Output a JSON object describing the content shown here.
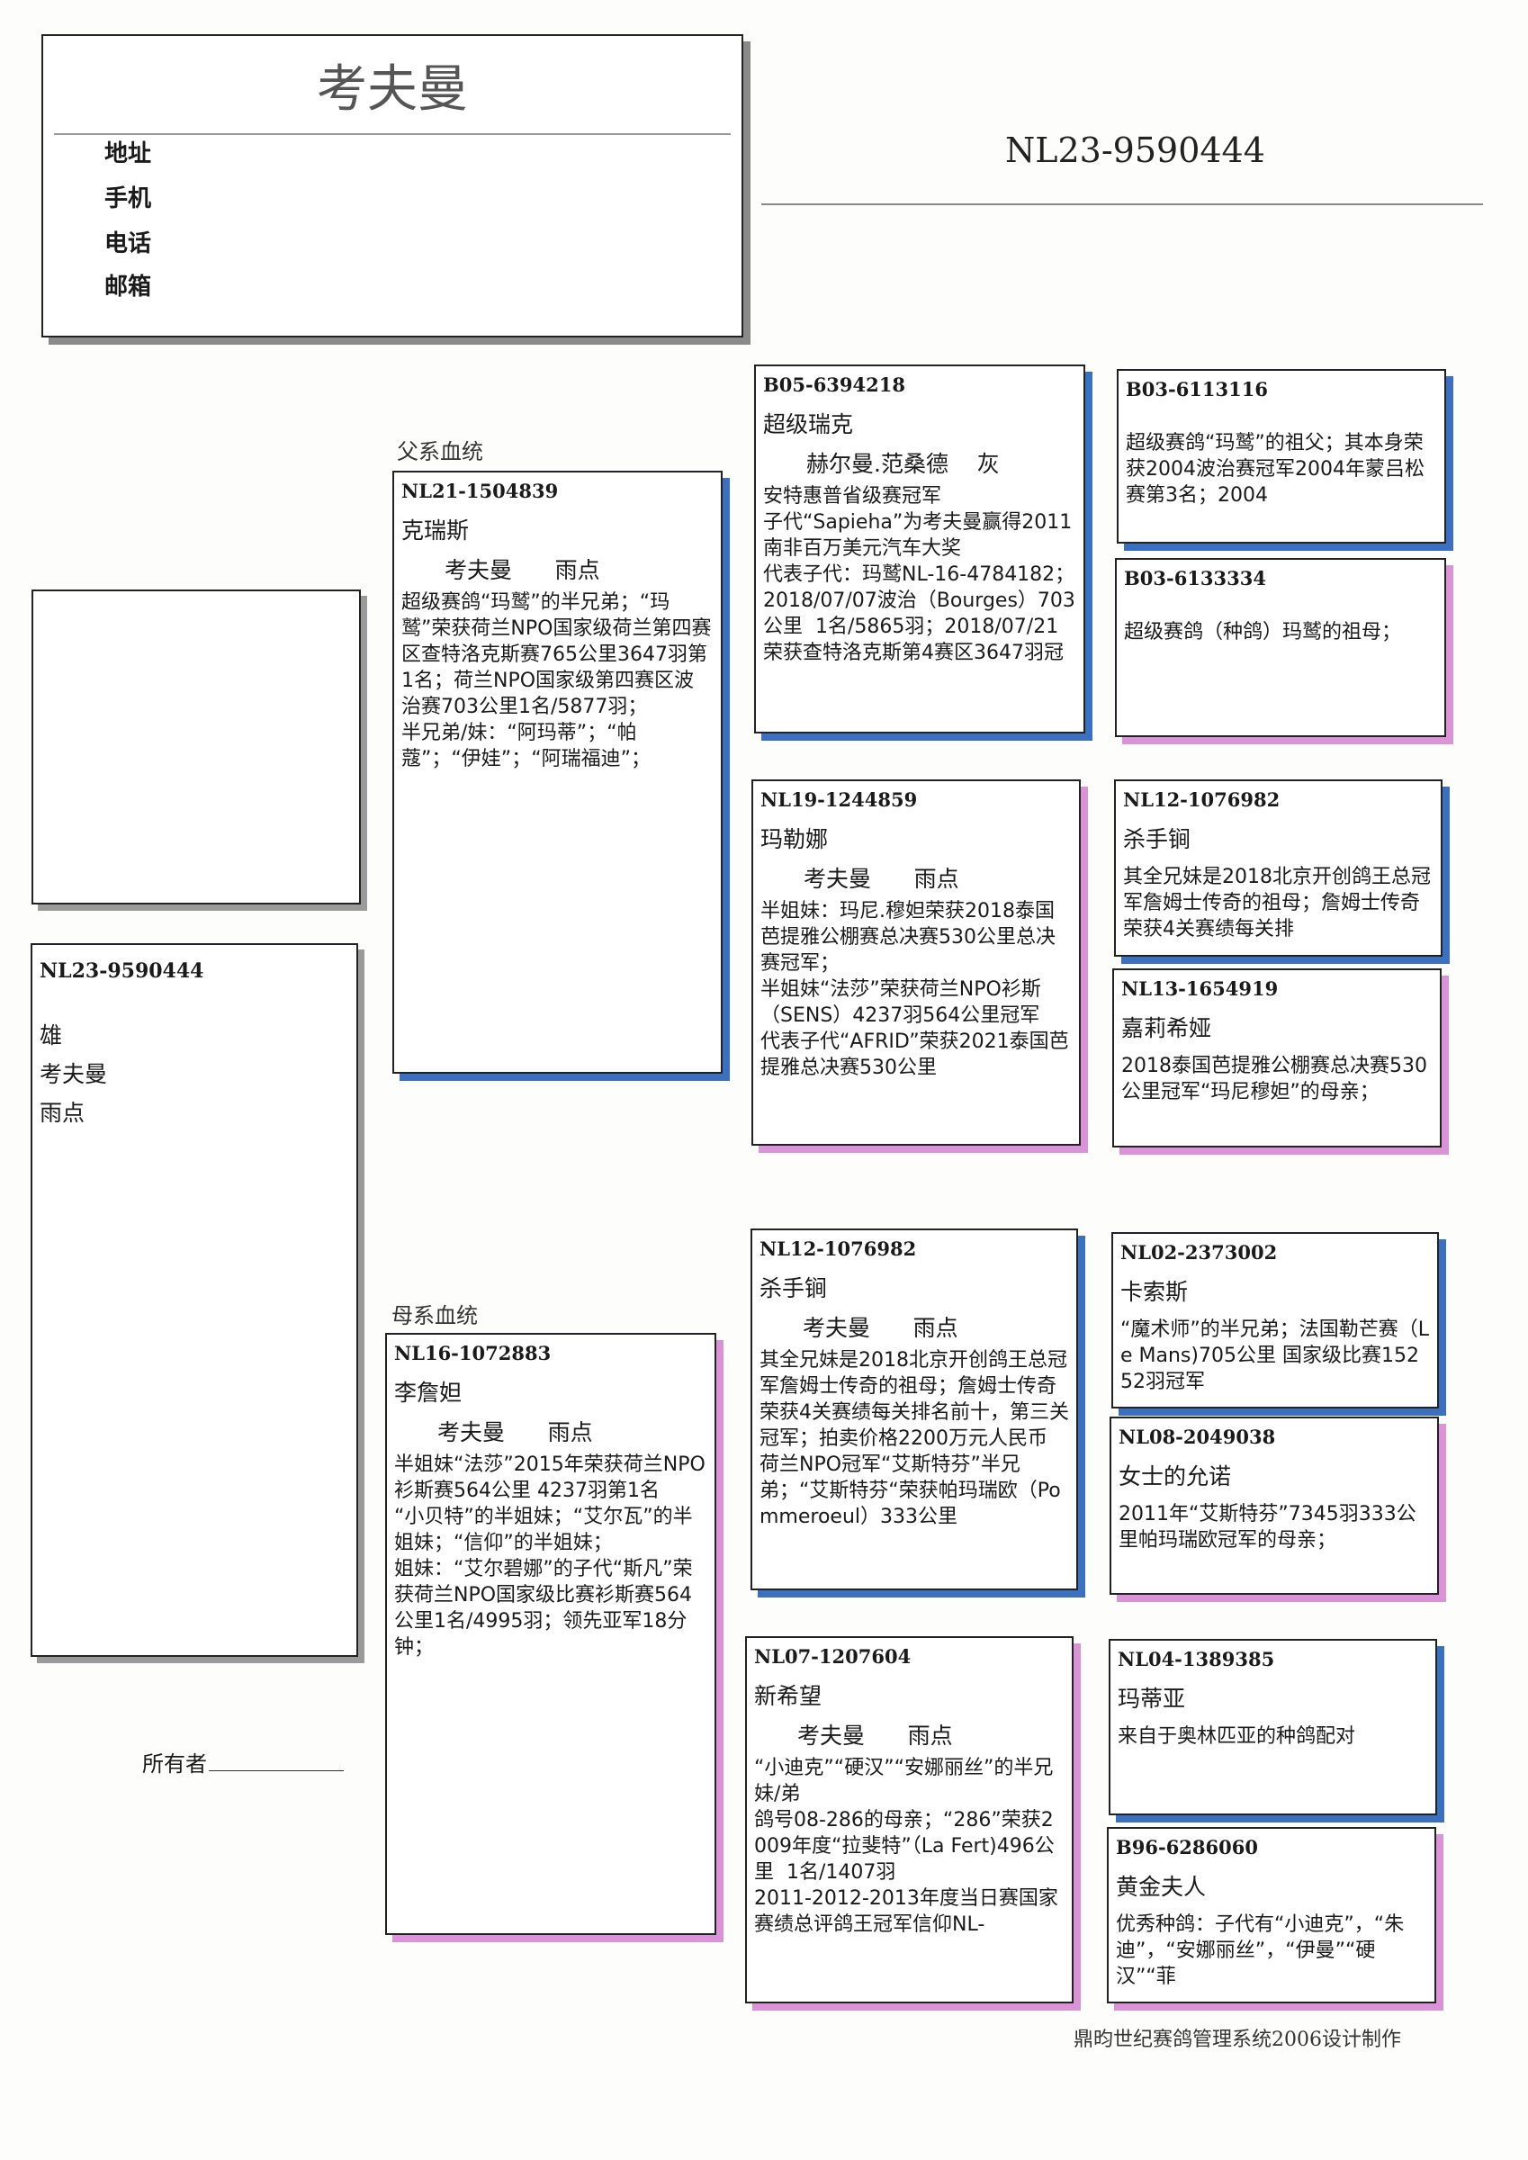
{
  "header": {
    "title": "考夫曼",
    "contact_labels": [
      "地址",
      "手机",
      "电话",
      "邮箱"
    ],
    "ring_number": "NL23-9590444"
  },
  "subject": {
    "ring": "NL23-9590444",
    "sex": "雄",
    "breeder": "考夫曼",
    "color": "雨点"
  },
  "owner_label": "所有者",
  "sections": {
    "sire": "父系血统",
    "dam": "母系血统"
  },
  "colors": {
    "male_shadow": "#3b6fbf",
    "female_shadow": "#d993d6"
  },
  "pedigree": {
    "sire": {
      "id": "NL21-1504839",
      "name": "克瑞斯",
      "breeder_color": "考夫曼      雨点",
      "sex": "male",
      "notes": "超级赛鸽“玛鹫”的半兄弟；“玛鹫”荣获荷兰NPO国家级荷兰第四赛区查特洛克斯赛765公里3647羽第1名；荷兰NPO国家级第四赛区波治赛703公里1名/5877羽；\n半兄弟/妹：“阿玛蒂”；“帕蔻”；“伊娃”；“阿瑞福迪”；"
    },
    "sire_sire": {
      "id": "B05-6394218",
      "name": "超级瑞克",
      "breeder_color": "赫尔曼.范桑德    灰",
      "sex": "male",
      "notes": "安特惠普省级赛冠军\n子代“Sapieha”为考夫曼赢得2011南非百万美元汽车大奖\n代表子代：玛鹫NL-16-4784182；2018/07/07波治（Bourges）703公里  1名/5865羽；2018/07/21荣获查特洛克斯第4赛区3647羽冠"
    },
    "sire_dam": {
      "id": "NL19-1244859",
      "name": "玛勒娜",
      "breeder_color": "考夫曼      雨点",
      "sex": "female",
      "notes": "半姐妹：玛尼.穆妲荣获2018泰国芭提雅公棚赛总决赛530公里总决赛冠军；\n半姐妹“法莎”荣获荷兰NPO衫斯（SENS）4237羽564公里冠军\n代表子代“AFRID”荣获2021泰国芭提雅总决赛530公里"
    },
    "sss": {
      "id": "B03-6113116",
      "sex": "male",
      "notes": "超级赛鸽“玛鹫”的祖父；其本身荣获2004波治赛冠军2004年蒙吕松赛第3名；2004"
    },
    "ssd": {
      "id": "B03-6133334",
      "sex": "female",
      "notes": "超级赛鸽（种鸽）玛鹫的祖母；"
    },
    "sds": {
      "id": "NL12-1076982",
      "name": "杀手锏",
      "sex": "male",
      "notes": "其全兄妹是2018北京开创鸽王总冠军詹姆士传奇的祖母；詹姆士传奇荣获4关赛绩每关排"
    },
    "sdd": {
      "id": "NL13-1654919",
      "name": "嘉莉希娅",
      "sex": "female",
      "notes": "2018泰国芭提雅公棚赛总决赛530公里冠军“玛尼穆妲”的母亲；"
    },
    "dam": {
      "id": "NL16-1072883",
      "name": "李詹妲",
      "breeder_color": "考夫曼      雨点",
      "sex": "female",
      "notes": "半姐妹“法莎”2015年荣获荷兰NPO衫斯赛564公里 4237羽第1名\n“小贝特”的半姐妹；“艾尔瓦”的半姐妹；“信仰”的半姐妹；\n姐妹：“艾尔碧娜”的子代“斯凡”荣获荷兰NPO国家级比赛衫斯赛564公里1名/4995羽；领先亚军18分钟；"
    },
    "dam_sire": {
      "id": "NL12-1076982",
      "name": "杀手锏",
      "breeder_color": "考夫曼      雨点",
      "sex": "male",
      "notes": "其全兄妹是2018北京开创鸽王总冠军詹姆士传奇的祖母；詹姆士传奇荣获4关赛绩每关排名前十，第三关冠军；拍卖价格2200万元人民币\n荷兰NPO冠军“艾斯特芬”半兄弟；“艾斯特芬“荣获帕玛瑞欧（Pommeroeul）333公里"
    },
    "dam_dam": {
      "id": "NL07-1207604",
      "name": "新希望",
      "breeder_color": "考夫曼      雨点",
      "sex": "female",
      "notes": "“小迪克”“硬汉”“安娜丽丝”的半兄妹/弟\n鸽号08-286的母亲；“286”荣获2009年度“拉斐特”（La Fert)496公里  1名/1407羽\n2011-2012-2013年度当日赛国家赛绩总评鸽王冠军信仰NL-"
    },
    "dss": {
      "id": "NL02-2373002",
      "name": "卡索斯",
      "sex": "male",
      "notes": "“魔术师”的半兄弟；法国勒芒赛（Le Mans)705公里 国家级比赛15252羽冠军"
    },
    "dsd": {
      "id": "NL08-2049038",
      "name": "女士的允诺",
      "sex": "female",
      "notes": "2011年“艾斯特芬”7345羽333公里帕玛瑞欧冠军的母亲；"
    },
    "dds": {
      "id": "NL04-1389385",
      "name": "玛蒂亚",
      "sex": "male",
      "notes": "来自于奥林匹亚的种鸽配对"
    },
    "ddd": {
      "id": "B96-6286060",
      "name": "黄金夫人",
      "sex": "female",
      "notes": "优秀种鸽：子代有“小迪克”，“朱迪”，“安娜丽丝”，“伊曼”“硬汉”“菲"
    }
  },
  "footer": "鼎昀世纪赛鸽管理系统2006设计制作"
}
